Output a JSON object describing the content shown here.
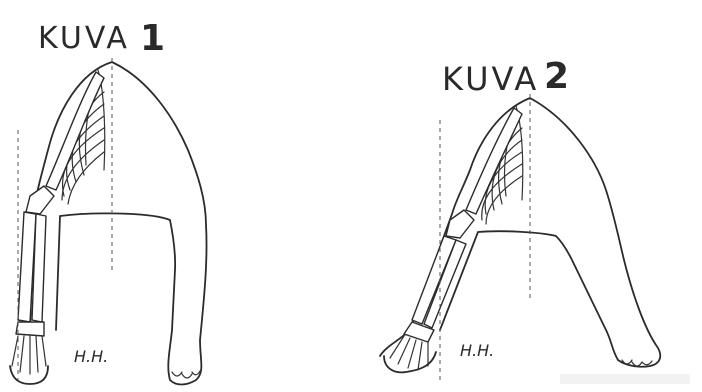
{
  "figures": [
    {
      "label": "KUVA",
      "number": "1",
      "signature": "H.H."
    },
    {
      "label": "KUVA",
      "number": "2",
      "signature": "H.H."
    }
  ],
  "colors": {
    "ink": "#2b2b2b",
    "paper": "#ffffff"
  }
}
